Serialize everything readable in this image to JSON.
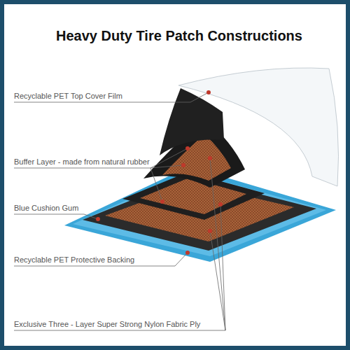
{
  "diagram": {
    "title": "Heavy Duty Tire Patch Constructions",
    "labels": [
      "Recyclable PET Top Cover Film",
      "Buffer Layer - made from natural rubber",
      "Blue Cushion Gum",
      "Recyclable PET Protective Backing",
      "Exclusive Three - Layer Super Strong Nylon Fabric Ply"
    ]
  }
}
